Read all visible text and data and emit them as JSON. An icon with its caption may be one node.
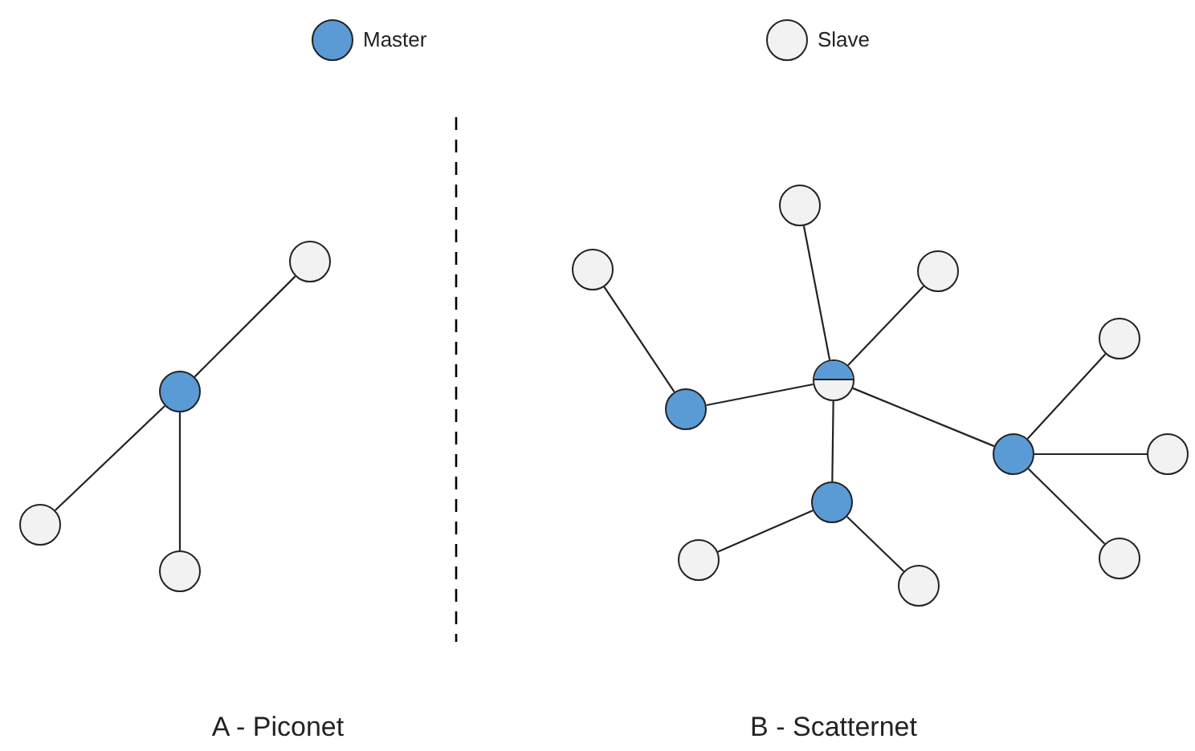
{
  "diagram": {
    "nodes": [
      {
        "text": [],
        "shape": "circle"
      },
      {
        "text": [],
        "shape": "circle"
      },
      {
        "text": [],
        "shape": "circle"
      },
      {
        "text": [],
        "shape": "circle"
      },
      {
        "text": [],
        "shape": "circle"
      },
      {
        "text": [],
        "shape": "circle"
      },
      {
        "text": [],
        "shape": "circle"
      },
      {
        "text": [],
        "shape": "circle"
      },
      {
        "text": [],
        "shape": "circle"
      },
      {
        "text": [],
        "shape": "circle"
      },
      {
        "text": [],
        "shape": "circle"
      },
      {
        "text": [],
        "shape": "circle"
      },
      {
        "text": [],
        "shape": "circle"
      },
      {
        "text": [],
        "shape": "circle"
      },
      {
        "text": [],
        "shape": "circle"
      },
      {
        "text": [],
        "shape": "circle"
      }
    ],
    "edges": [
      {
        "from": 0,
        "to": 1,
        "arrow": "none"
      },
      {
        "from": 1,
        "to": 2,
        "arrow": "none"
      },
      {
        "from": 1,
        "to": 3,
        "arrow": "none"
      },
      {
        "from": 5,
        "to": 9,
        "arrow": "none"
      },
      {
        "from": 9,
        "to": 8,
        "arrow": "none"
      },
      {
        "from": 4,
        "to": 8,
        "arrow": "none"
      },
      {
        "from": 6,
        "to": 8,
        "arrow": "none"
      },
      {
        "from": 8,
        "to": 10,
        "arrow": "none"
      },
      {
        "from": 8,
        "to": 12,
        "arrow": "none"
      },
      {
        "from": 10,
        "to": 7,
        "arrow": "none"
      },
      {
        "from": 10,
        "to": 11,
        "arrow": "none"
      },
      {
        "from": 10,
        "to": 14,
        "arrow": "none"
      },
      {
        "from": 12,
        "to": 13,
        "arrow": "none"
      },
      {
        "from": 12,
        "to": 15,
        "arrow": "none"
      }
    ],
    "labels": [
      "A - Piconet",
      "B - Scatternet"
    ],
    "legend": [
      {
        "text": "Master",
        "color": "#5b9bd5"
      },
      {
        "text": "Slave",
        "color": "#f2f2f2"
      }
    ]
  }
}
